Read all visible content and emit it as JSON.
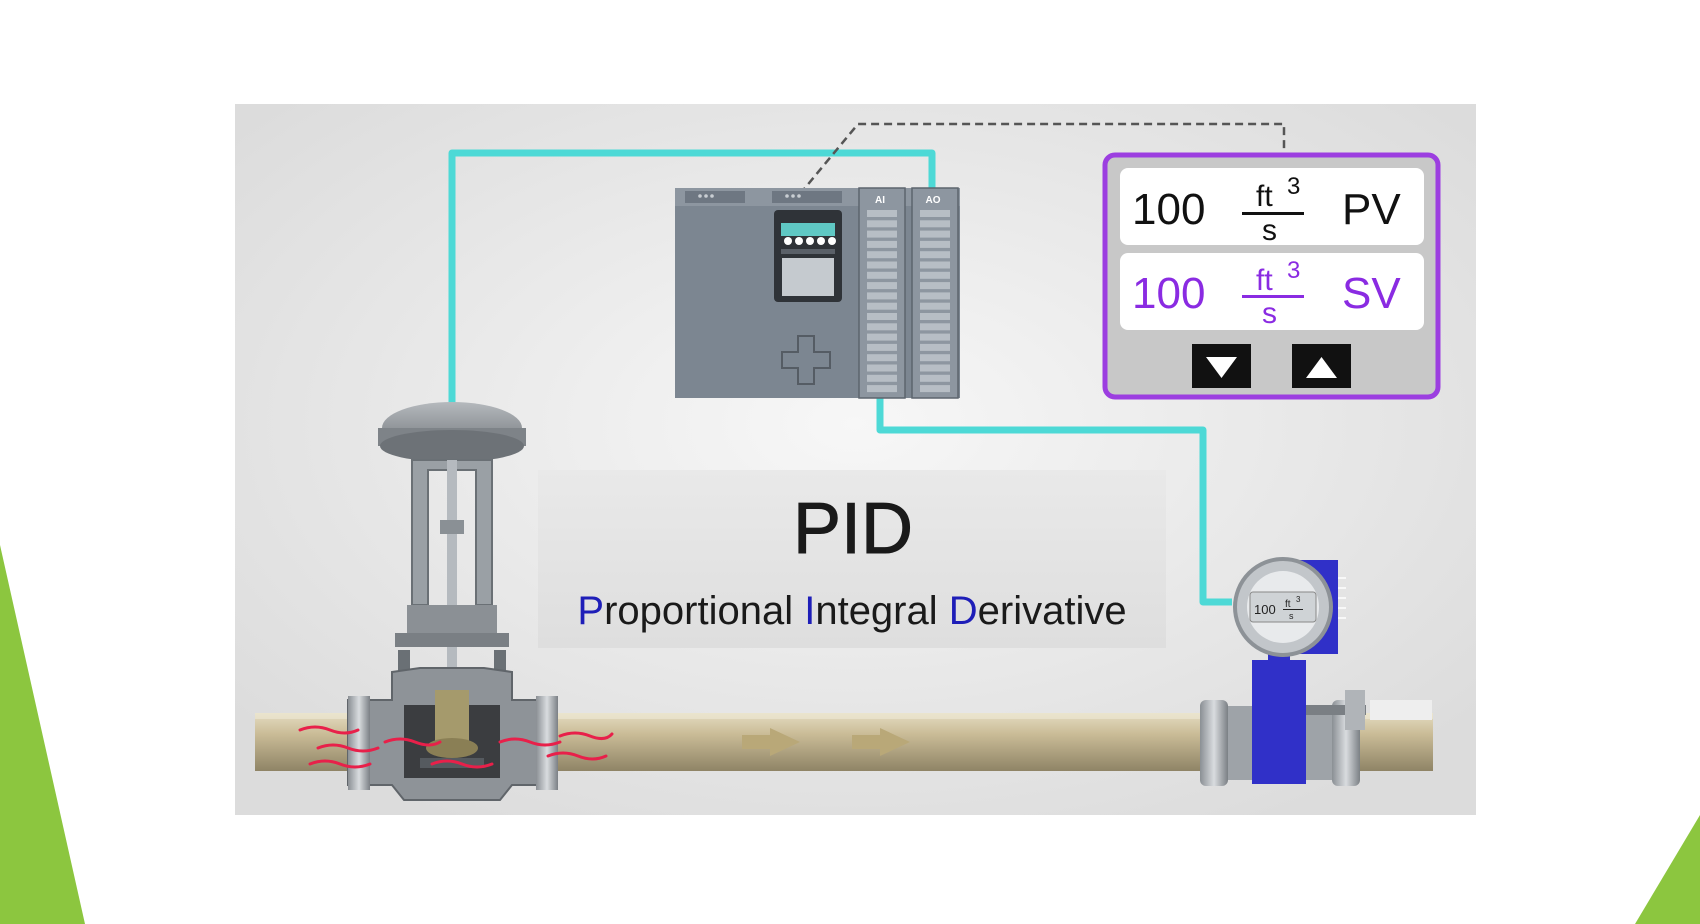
{
  "slide": {
    "accent_green": "#8cc63f",
    "panel_bg": "#e4e4e4"
  },
  "colors": {
    "wire": "#4dd9d6",
    "display_border": "#9c3ee0",
    "sv_text": "#8a2be2",
    "pid_initial": "#1e1eb8",
    "pipe": "#c8b994",
    "meter_blue": "#3030c8",
    "plc_body": "#7c8691",
    "flow_arrow": "#e8204a"
  },
  "controller_display": {
    "pv": {
      "value": "100",
      "unit_num": "ft",
      "unit_exp": "3",
      "unit_den": "s",
      "label": "PV"
    },
    "sv": {
      "value": "100",
      "unit_num": "ft",
      "unit_exp": "3",
      "unit_den": "s",
      "label": "SV"
    },
    "down_button": {
      "icon": "triangle-down-icon"
    },
    "up_button": {
      "icon": "triangle-up-icon"
    }
  },
  "plc": {
    "module_label_ai": "AI",
    "module_label_ao": "AO"
  },
  "title_box": {
    "heading": "PID",
    "subtitle": [
      {
        "initial": "P",
        "rest": "roportional "
      },
      {
        "initial": "I",
        "rest": "ntegral "
      },
      {
        "initial": "D",
        "rest": "erivative"
      }
    ]
  },
  "flow_meter": {
    "value": "100",
    "unit_num": "ft",
    "unit_exp": "3",
    "unit_den": "s"
  }
}
